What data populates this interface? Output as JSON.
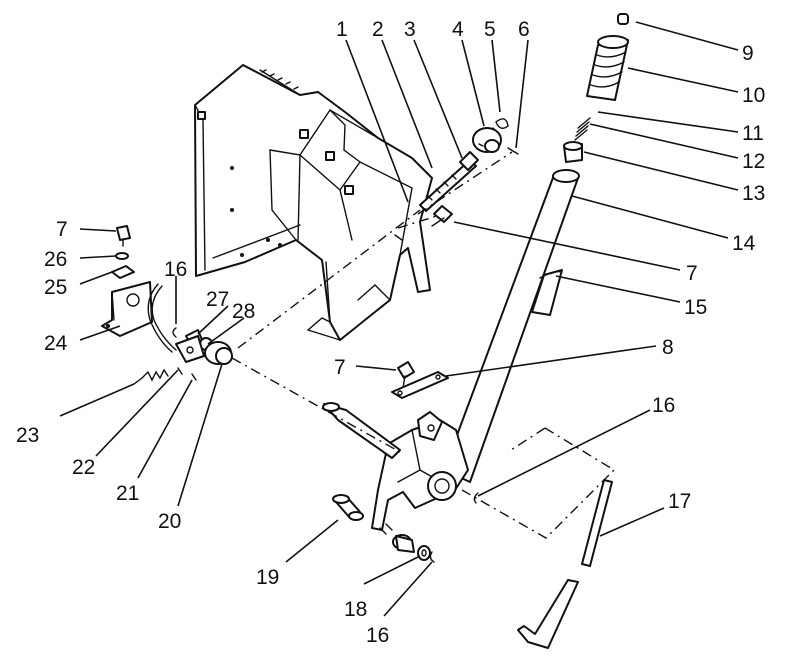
{
  "callouts": [
    {
      "id": "c1",
      "label": "1"
    },
    {
      "id": "c2",
      "label": "2"
    },
    {
      "id": "c3",
      "label": "3"
    },
    {
      "id": "c4",
      "label": "4"
    },
    {
      "id": "c5",
      "label": "5"
    },
    {
      "id": "c6",
      "label": "6"
    },
    {
      "id": "c9",
      "label": "9"
    },
    {
      "id": "c10",
      "label": "10"
    },
    {
      "id": "c11",
      "label": "11"
    },
    {
      "id": "c12",
      "label": "12"
    },
    {
      "id": "c13",
      "label": "13"
    },
    {
      "id": "c14",
      "label": "14"
    },
    {
      "id": "c7a",
      "label": "7"
    },
    {
      "id": "c15",
      "label": "15"
    },
    {
      "id": "c7b",
      "label": "7"
    },
    {
      "id": "c26",
      "label": "26"
    },
    {
      "id": "c25",
      "label": "25"
    },
    {
      "id": "c16a",
      "label": "16"
    },
    {
      "id": "c27",
      "label": "27"
    },
    {
      "id": "c28",
      "label": "28"
    },
    {
      "id": "c24",
      "label": "24"
    },
    {
      "id": "c7c",
      "label": "7"
    },
    {
      "id": "c8",
      "label": "8"
    },
    {
      "id": "c23",
      "label": "23"
    },
    {
      "id": "c22",
      "label": "22"
    },
    {
      "id": "c21",
      "label": "21"
    },
    {
      "id": "c20",
      "label": "20"
    },
    {
      "id": "c16b",
      "label": "16"
    },
    {
      "id": "c17",
      "label": "17"
    },
    {
      "id": "c19",
      "label": "19"
    },
    {
      "id": "c18",
      "label": "18"
    },
    {
      "id": "c16c",
      "label": "16"
    }
  ]
}
